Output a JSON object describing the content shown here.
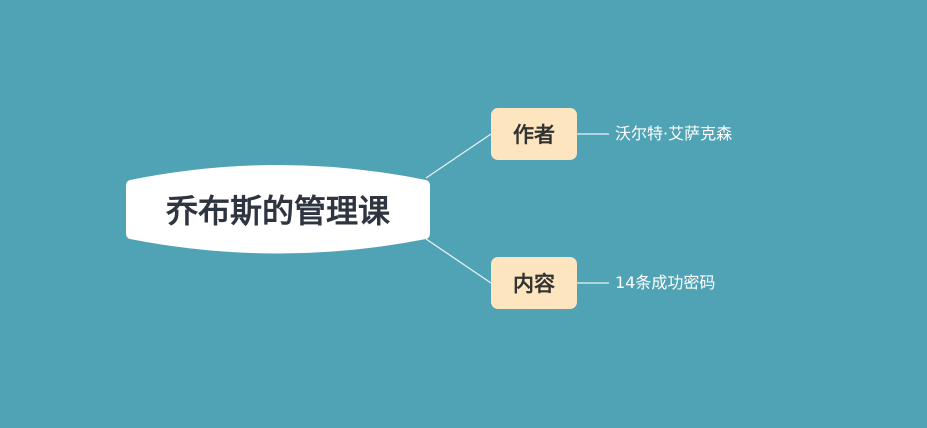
{
  "mindmap": {
    "root": {
      "label": "乔布斯的管理课"
    },
    "branches": [
      {
        "label": "作者",
        "leaf": "沃尔特·艾萨克森"
      },
      {
        "label": "内容",
        "leaf": "14条成功密码"
      }
    ]
  },
  "colors": {
    "background": "#50a3b4",
    "root_fill": "#ffffff",
    "root_text": "#2f3540",
    "branch_fill": "#fde6bf",
    "branch_text": "#333333",
    "leaf_text": "#ffffff",
    "connector": "#e6f2f4"
  }
}
